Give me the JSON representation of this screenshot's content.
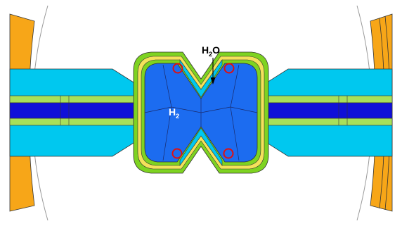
{
  "labels": {
    "h2o": {
      "main": "H",
      "sub": "2",
      "tail": "O"
    },
    "h2": {
      "main": "H",
      "sub": "2"
    }
  },
  "colors": {
    "background": "#ffffff",
    "outer_blue": "#00c8ef",
    "inner_blue": "#1c6cf0",
    "channel_core": "#1010d8",
    "orange": "#f7a618",
    "green_shell": "#7ed321",
    "yellow_liner": "#f4e15a",
    "marker_red": "#e01010",
    "outline": "#333333",
    "circle_line": "#9a9a9a"
  },
  "markers": [
    {
      "name": "top-left"
    },
    {
      "name": "top-right"
    },
    {
      "name": "bottom-left"
    },
    {
      "name": "bottom-right"
    }
  ]
}
